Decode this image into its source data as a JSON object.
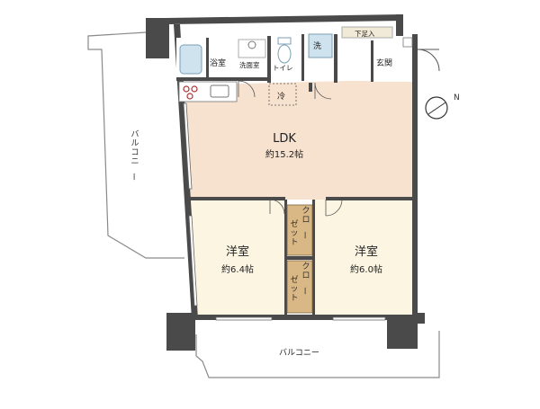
{
  "colors": {
    "wall": "#4a4a4a",
    "ldk_floor": "#f7e1cf",
    "bedroom_floor": "#fbf5e2",
    "wet_floor": "#ffffff",
    "closet_floor": "#d9b885",
    "balcony_line": "#8a8a8a",
    "accent_blue": "#cfe3ef"
  },
  "rooms": {
    "ldk": {
      "name": "LDK",
      "area": "約15.2帖"
    },
    "western_left": {
      "name": "洋室",
      "area": "約6.4帖"
    },
    "western_right": {
      "name": "洋室",
      "area": "約6.0帖"
    },
    "bathroom": {
      "name": "浴室"
    },
    "washroom": {
      "name": "洗面室"
    },
    "toilet": {
      "name": "トイレ"
    },
    "laundry": {
      "name": "洗"
    },
    "genkan": {
      "name": "玄関"
    },
    "shoe_storage": {
      "name": "下足入"
    },
    "fridge": {
      "name": "冷"
    },
    "closet_upper": {
      "name": "クロー\nゼット",
      "col1": "クロー",
      "col2": "ゼット"
    },
    "closet_lower": {
      "name": "クロー\nゼット",
      "col1": "クロー",
      "col2": "ゼット"
    }
  },
  "balconies": {
    "left": {
      "name": "バルコニー"
    },
    "bottom": {
      "name": "バルコニー"
    }
  },
  "compass": {
    "label": "N",
    "icon": "north-arrow-icon"
  }
}
